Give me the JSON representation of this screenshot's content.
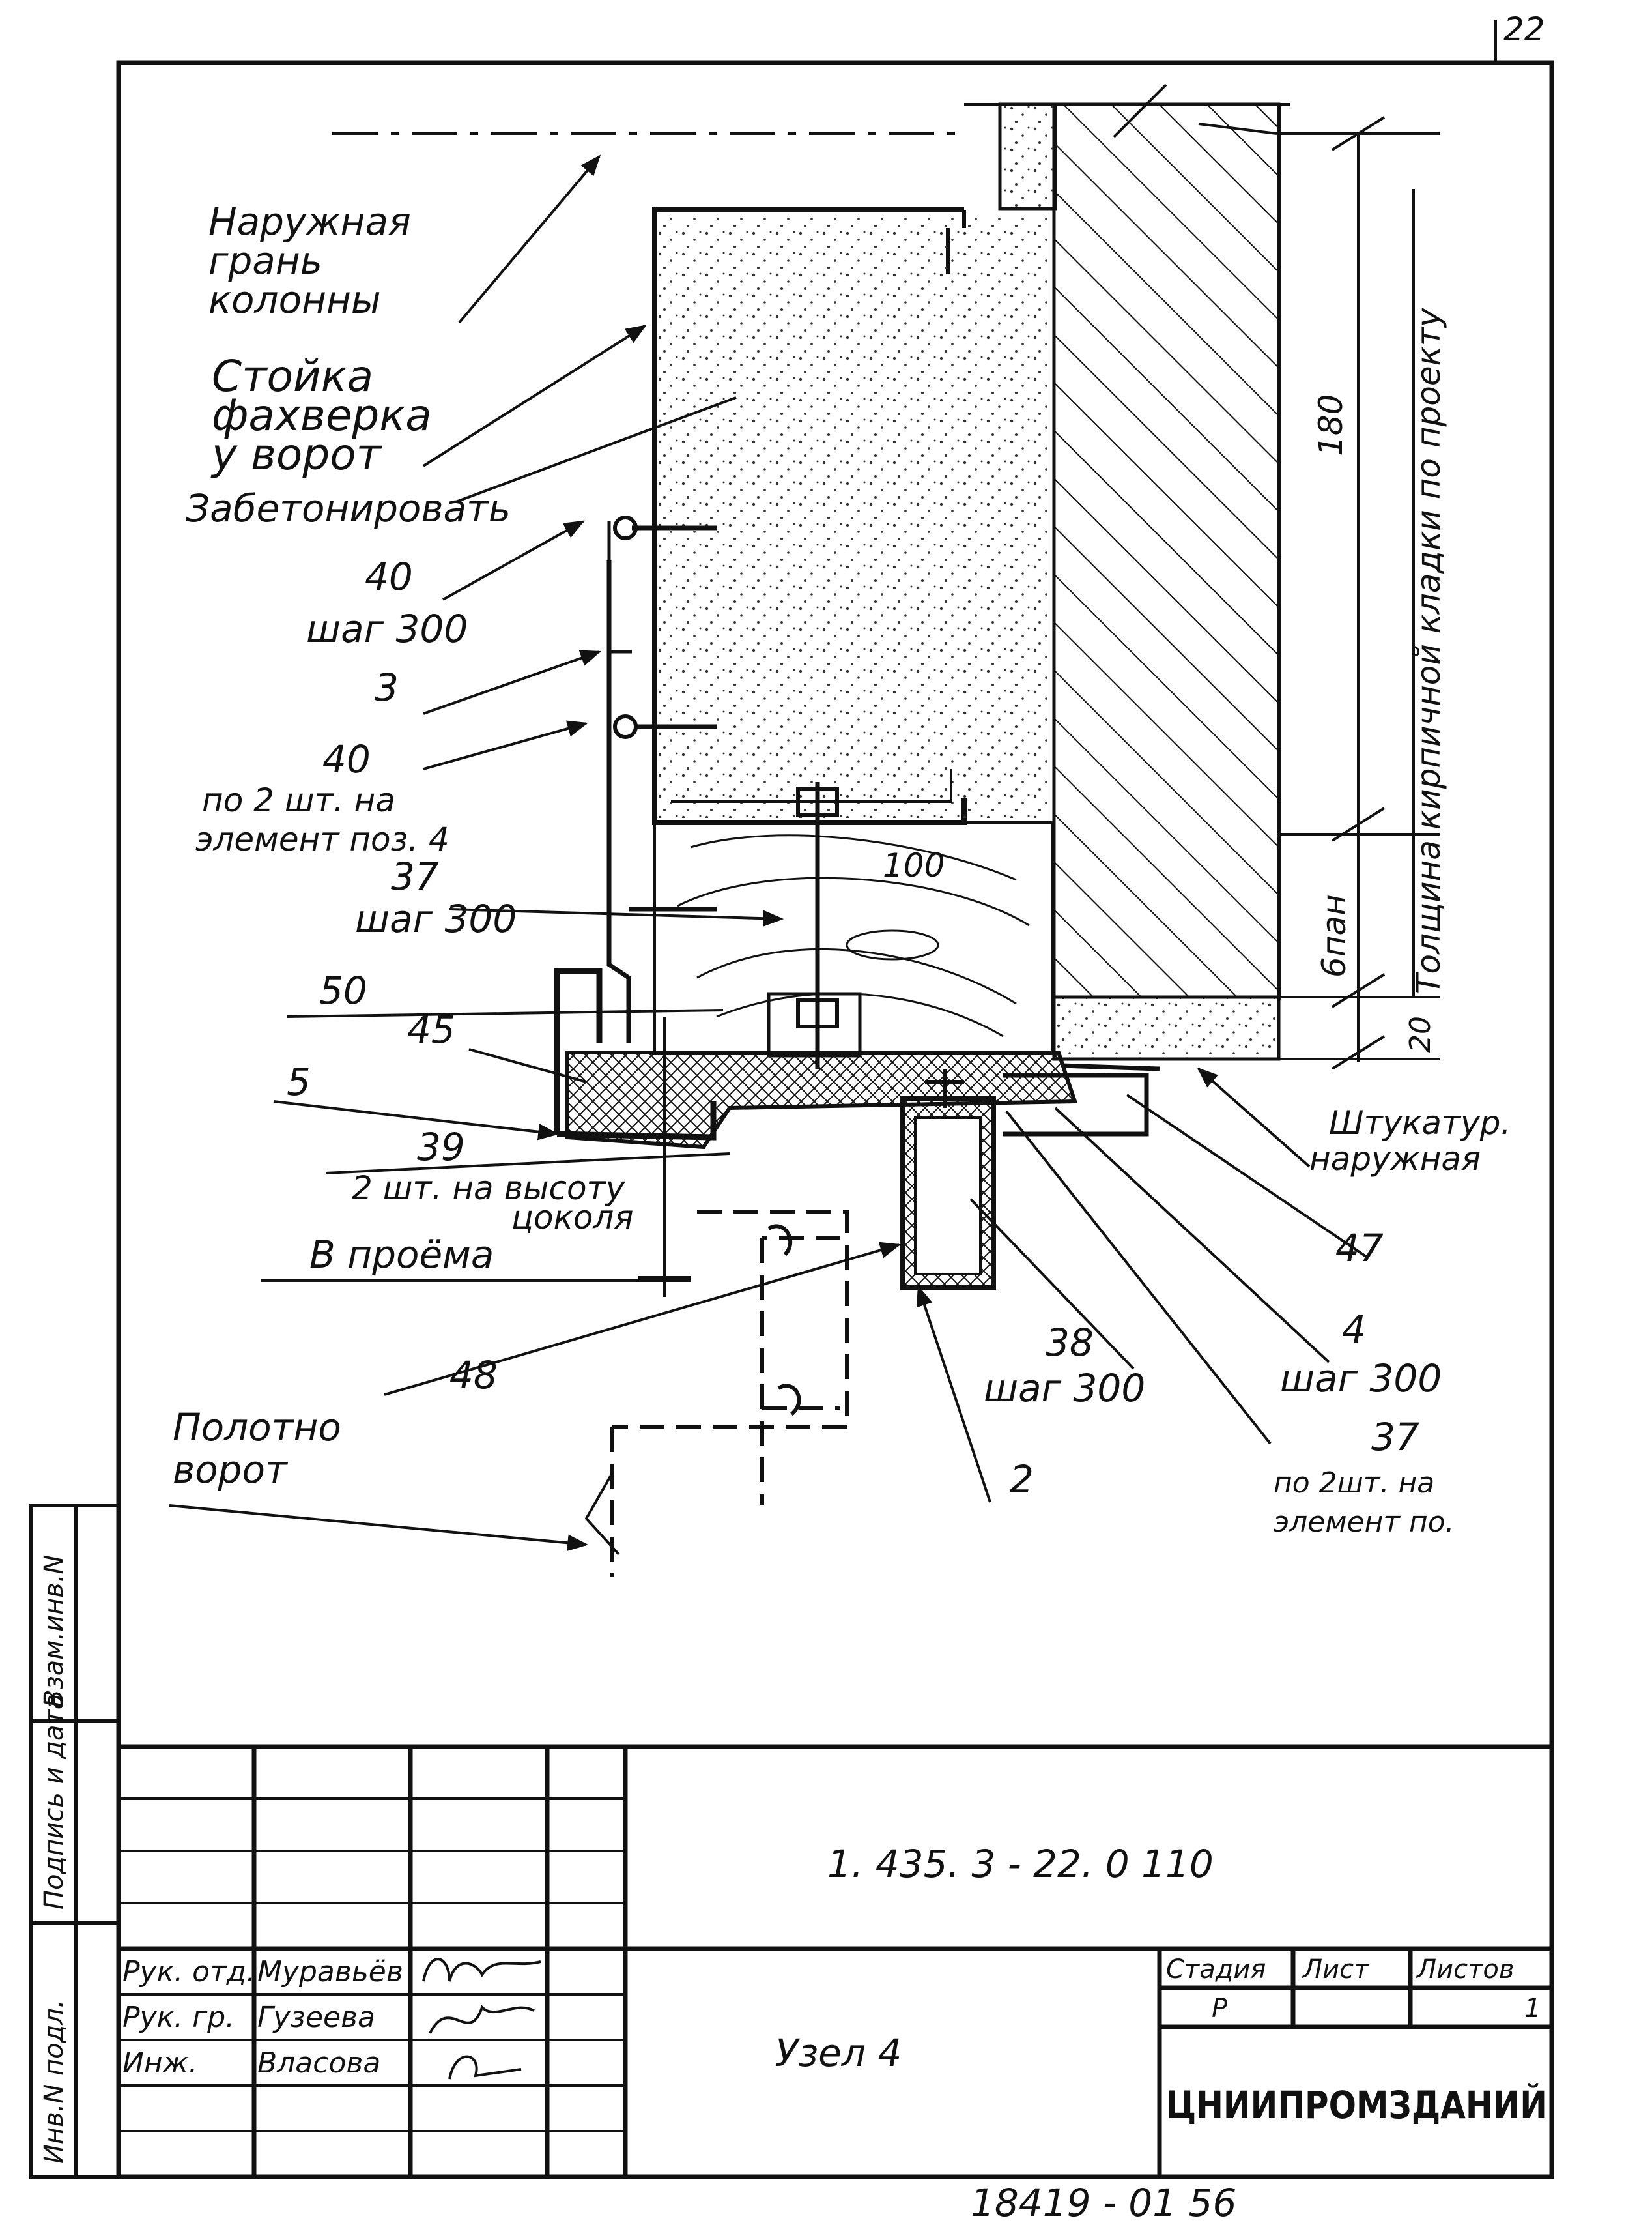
{
  "page_corner": "22",
  "labels": {
    "outer_face_column": [
      "Наружная",
      "грань",
      "колонны"
    ],
    "post": [
      "Стойка",
      "фахверка",
      "у ворот"
    ],
    "concrete": "Забетонировать",
    "callout_40_step": [
      "40",
      "шаг 300"
    ],
    "callout_3": "3",
    "callout_40_pcs": [
      "40",
      "по 2 шт. на",
      "элемент поз. 4"
    ],
    "callout_37_step": [
      "37",
      "шаг 300"
    ],
    "callout_50": "50",
    "callout_45": "45",
    "callout_5": "5",
    "callout_39": [
      "39",
      "2 шт. на высоту",
      "цоколя"
    ],
    "in_opening": "В проёма",
    "callout_48": "48",
    "gate_leaf": [
      "Полотно",
      "ворот"
    ],
    "callout_2": "2",
    "callout_38": [
      "38",
      "шаг 300"
    ],
    "callout_37_pcs": [
      "37",
      "по 2шт. на",
      "элемент по."
    ],
    "callout_4": [
      "4",
      "шаг 300"
    ],
    "callout_47": "47",
    "plaster": [
      "Штукатур.",
      "наружная"
    ],
    "dim_100": "100",
    "dim_180": "180",
    "dim_6pan": "6пан",
    "dim_20": "20",
    "masonry_thickness": "Толщина кирпичной кладки по проекту"
  },
  "side_stamp": [
    "Инв.N подл.",
    "Подпись и дата",
    "Взам.инв.N"
  ],
  "title_block": {
    "doc_code": "1. 435. 3 - 22. 0 110",
    "title": "Узел 4",
    "roles": [
      "Рук. отд.",
      "Рук. гр.",
      "Инж."
    ],
    "names": [
      "Муравьёв",
      "Гузеева",
      "Власова"
    ],
    "stage_headers": [
      "Стадия",
      "Лист",
      "Листов"
    ],
    "stage_values": [
      "Р",
      "1"
    ],
    "organization": "ЦНИИПРОМЗДАНИЙ"
  },
  "bottom_code": "18419 - 01   56"
}
